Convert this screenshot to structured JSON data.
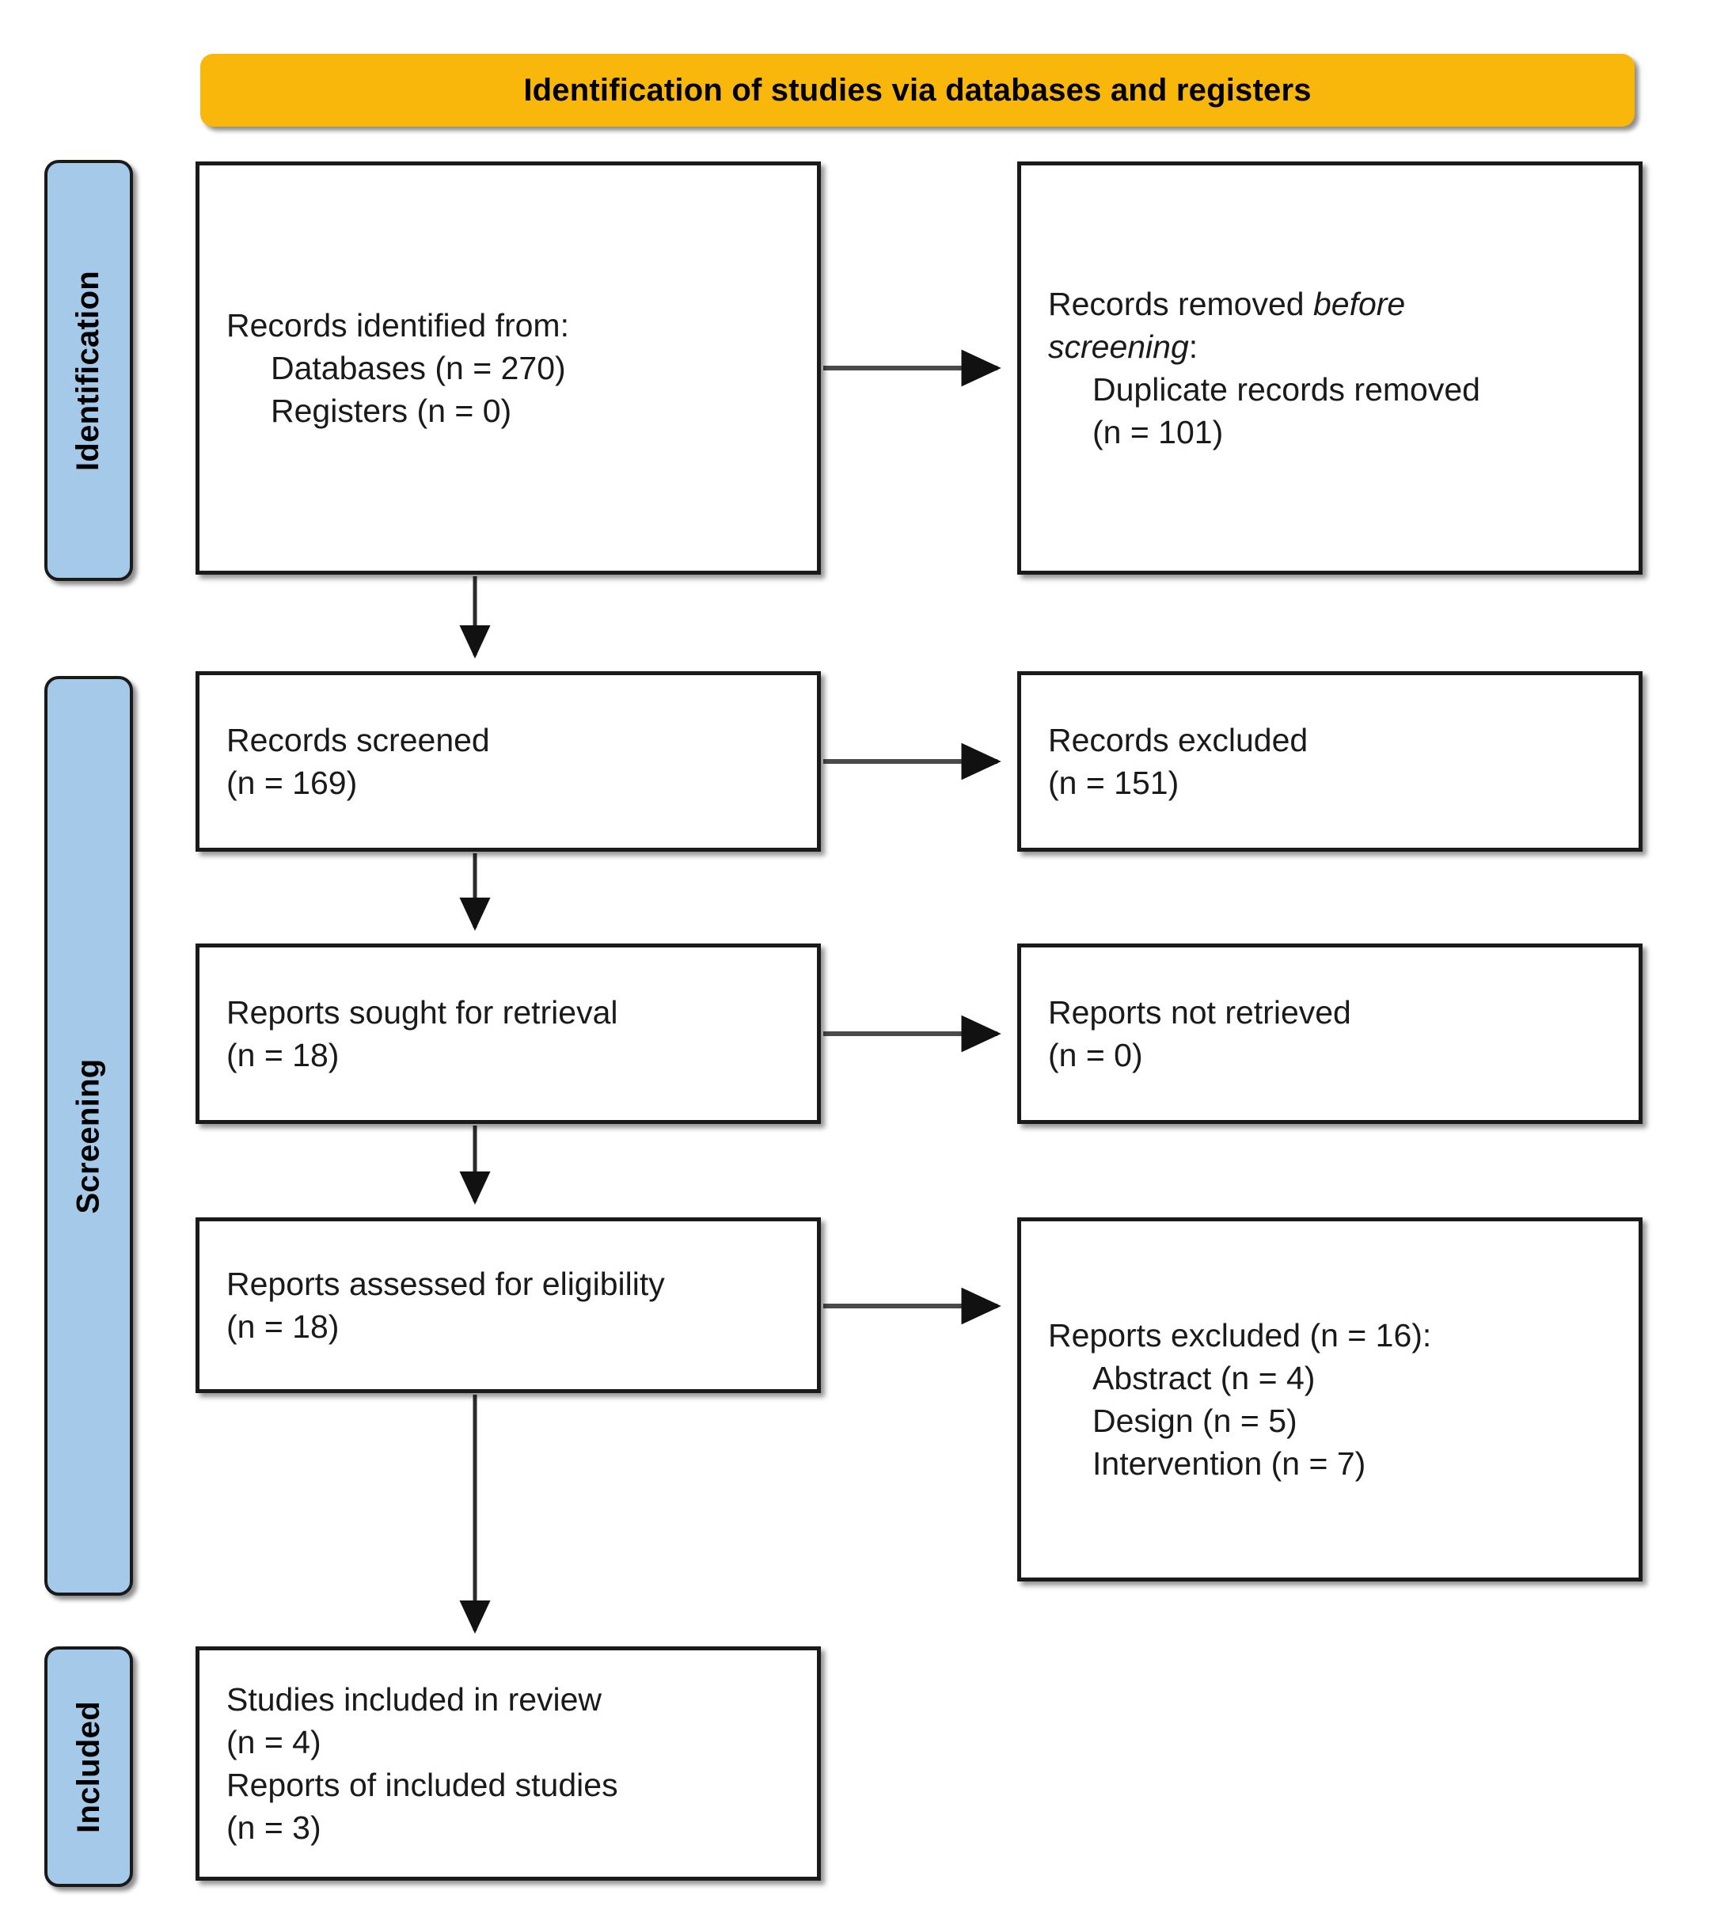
{
  "banner": {
    "title": "Identification of studies via databases and registers",
    "color": "#fab70b"
  },
  "stages": [
    {
      "key": "identification",
      "label": "Identification",
      "color": "#a5c9e8"
    },
    {
      "key": "screening",
      "label": "Screening",
      "color": "#a5c9e8"
    },
    {
      "key": "included",
      "label": "Included",
      "color": "#a5c9e8"
    }
  ],
  "boxes": {
    "identified": {
      "line1": "Records identified from:",
      "line2": "Databases (n = 270)",
      "line3": "Registers (n = 0)"
    },
    "removed": {
      "line1_pre": "Records removed ",
      "line1_ital": "before",
      "line2_ital": "screening",
      "line2_post": ":",
      "line3": "Duplicate records removed",
      "line4": "(n = 101)"
    },
    "screened": {
      "line1": "Records screened",
      "line2": "(n = 169)"
    },
    "excluded_records": {
      "line1": "Records excluded",
      "line2": "(n = 151)"
    },
    "sought": {
      "line1": "Reports sought for retrieval",
      "line2": "(n = 18)"
    },
    "not_retrieved": {
      "line1": "Reports not retrieved",
      "line2": "(n = 0)"
    },
    "assessed": {
      "line1": "Reports assessed for eligibility",
      "line2": "(n = 18)"
    },
    "reports_excluded": {
      "line1": "Reports excluded (n = 16):",
      "line2": "Abstract (n = 4)",
      "line3": "Design (n = 5)",
      "line4": "Intervention (n = 7)"
    },
    "included": {
      "line1": "Studies included in review",
      "line2": "(n = 4)",
      "line3": "Reports of included studies",
      "line4": "(n = 3)"
    }
  },
  "chart_data": {
    "type": "diagram",
    "title": "Identification of studies via databases and registers",
    "nodes": [
      {
        "id": "identified",
        "stage": "Identification",
        "column": "left",
        "label": "Records identified from: Databases (n = 270); Registers (n = 0)",
        "values": {
          "databases": 270,
          "registers": 0
        }
      },
      {
        "id": "removed",
        "stage": "Identification",
        "column": "right",
        "label": "Records removed before screening: Duplicate records removed (n = 101)",
        "values": {
          "duplicates_removed": 101
        }
      },
      {
        "id": "screened",
        "stage": "Screening",
        "column": "left",
        "label": "Records screened (n = 169)",
        "values": {
          "n": 169
        }
      },
      {
        "id": "excluded_records",
        "stage": "Screening",
        "column": "right",
        "label": "Records excluded (n = 151)",
        "values": {
          "n": 151
        }
      },
      {
        "id": "sought",
        "stage": "Screening",
        "column": "left",
        "label": "Reports sought for retrieval (n = 18)",
        "values": {
          "n": 18
        }
      },
      {
        "id": "not_retrieved",
        "stage": "Screening",
        "column": "right",
        "label": "Reports not retrieved (n = 0)",
        "values": {
          "n": 0
        }
      },
      {
        "id": "assessed",
        "stage": "Screening",
        "column": "left",
        "label": "Reports assessed for eligibility (n = 18)",
        "values": {
          "n": 18
        }
      },
      {
        "id": "reports_excluded",
        "stage": "Screening",
        "column": "right",
        "label": "Reports excluded (n = 16): Abstract (n = 4); Design (n = 5); Intervention (n = 7)",
        "values": {
          "total": 16,
          "abstract": 4,
          "design": 5,
          "intervention": 7
        }
      },
      {
        "id": "included",
        "stage": "Included",
        "column": "left",
        "label": "Studies included in review (n = 4); Reports of included studies (n = 3)",
        "values": {
          "studies": 4,
          "reports": 3
        }
      }
    ],
    "edges": [
      {
        "from": "identified",
        "to": "removed",
        "direction": "right"
      },
      {
        "from": "identified",
        "to": "screened",
        "direction": "down"
      },
      {
        "from": "screened",
        "to": "excluded_records",
        "direction": "right"
      },
      {
        "from": "screened",
        "to": "sought",
        "direction": "down"
      },
      {
        "from": "sought",
        "to": "not_retrieved",
        "direction": "right"
      },
      {
        "from": "sought",
        "to": "assessed",
        "direction": "down"
      },
      {
        "from": "assessed",
        "to": "reports_excluded",
        "direction": "right"
      },
      {
        "from": "assessed",
        "to": "included",
        "direction": "down"
      }
    ]
  }
}
